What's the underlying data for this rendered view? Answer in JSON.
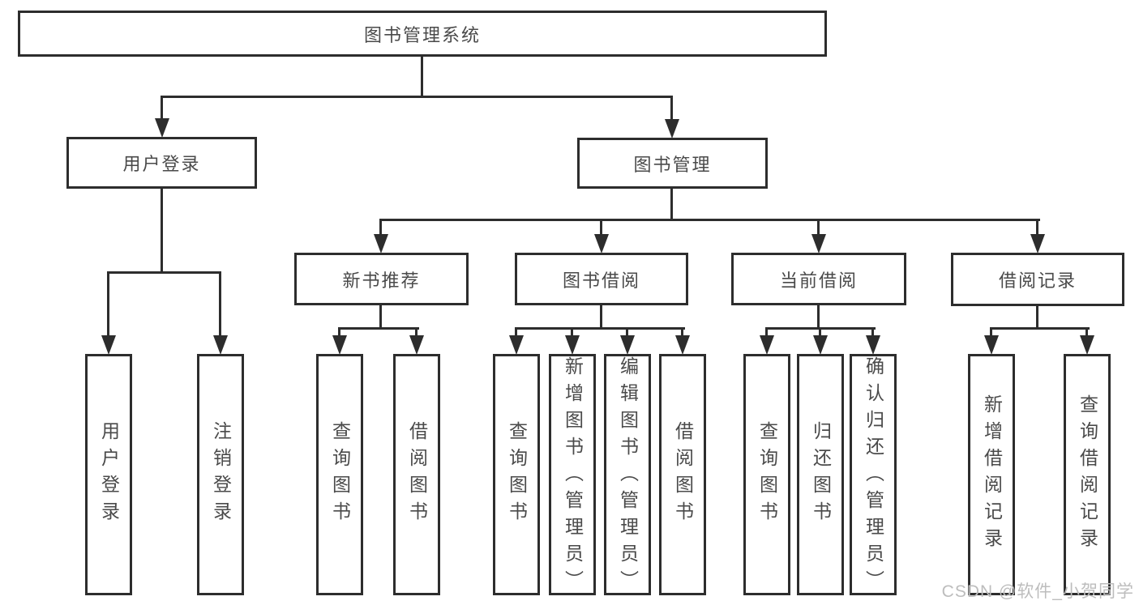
{
  "diagram": {
    "root": {
      "label": "图书管理系统"
    },
    "level2": {
      "user_login": {
        "label": "用户登录"
      },
      "book_mgmt": {
        "label": "图书管理"
      }
    },
    "level3": {
      "new_book_rec": {
        "label": "新书推荐"
      },
      "book_borrow": {
        "label": "图书借阅"
      },
      "current_borrow": {
        "label": "当前借阅"
      },
      "borrow_records": {
        "label": "借阅记录"
      }
    },
    "leaves": {
      "user_login": {
        "label": "用户登录"
      },
      "logout": {
        "label": "注销登录"
      },
      "rec_query_book": {
        "label": "查询图书"
      },
      "rec_borrow_book": {
        "label": "借阅图书"
      },
      "bb_query_book": {
        "label": "查询图书"
      },
      "bb_add_book": {
        "label": "新增图书（管理员）"
      },
      "bb_edit_book": {
        "label": "编辑图书（管理员）"
      },
      "bb_borrow_book": {
        "label": "借阅图书"
      },
      "cb_query_book": {
        "label": "查询图书"
      },
      "cb_return_book": {
        "label": "归还图书"
      },
      "cb_confirm_return": {
        "label": "确认归还（管理员）"
      },
      "br_add_record": {
        "label": "新增借阅记录"
      },
      "br_query_record": {
        "label": "查询借阅记录"
      }
    }
  },
  "watermark": {
    "label": "CSDN @软件_小贺同学"
  },
  "colors": {
    "line": "#2d2d2d",
    "text": "#4a4a4a",
    "watermark": "#bdbdbd",
    "background": "#ffffff"
  }
}
